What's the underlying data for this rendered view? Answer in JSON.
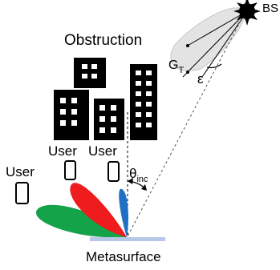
{
  "labels": {
    "bs": "BS",
    "obstruction": "Obstruction",
    "gain_base": "G",
    "gain_sub": "T",
    "epsilon": "ε",
    "theta_base": "θ",
    "theta_sub": "inc",
    "metasurface": "Metasurface"
  },
  "users": [
    {
      "label": "User"
    },
    {
      "label": "User"
    },
    {
      "label": "User"
    }
  ],
  "beams": [
    {
      "name": "green-beam",
      "color": "#15a34a"
    },
    {
      "name": "red-beam",
      "color": "#ee1c1c"
    },
    {
      "name": "blue-beam",
      "color": "#1f6fc4"
    }
  ],
  "colors": {
    "bs_beam": "#e3e3e3",
    "bs_beam_outline": "#c8c8c8",
    "metasurface": "#b6c8e6",
    "building": "#000000"
  }
}
